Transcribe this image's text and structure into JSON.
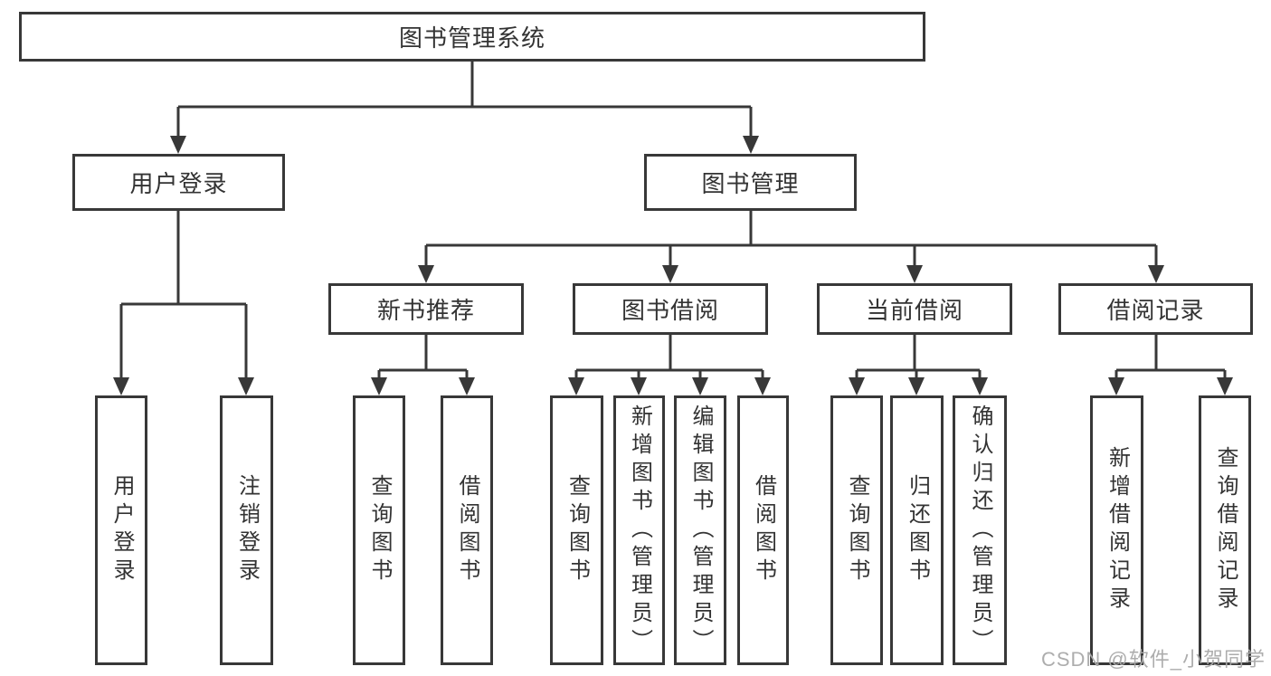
{
  "diagram": {
    "type": "hierarchy-diagram",
    "title": "图书管理系统",
    "colors": {
      "line": "#383838",
      "text": "#333333",
      "box_background": "#ffffff",
      "page_background": "#ffffff",
      "watermark": "#aaaaaa"
    },
    "nodes": {
      "root": "图书管理系统",
      "user_login": "用户登录",
      "book_mgmt": "图书管理",
      "new_book_rec": "新书推荐",
      "book_borrow": "图书借阅",
      "current_borrow": "当前借阅",
      "borrow_records": "借阅记录",
      "leaf_user_login": "用户登录",
      "leaf_logout": "注销登录",
      "leaf_query_books_rec": "查询图书",
      "leaf_borrow_books_rec": "借阅图书",
      "leaf_query_books_borrow": "查询图书",
      "leaf_add_books": "新增图书（管理员）",
      "leaf_edit_books": "编辑图书（管理员）",
      "leaf_borrow_books": "借阅图书",
      "leaf_query_books_current": "查询图书",
      "leaf_return_books": "归还图书",
      "leaf_confirm_return": "确认归还（管理员）",
      "leaf_add_borrow_record": "新增借阅记录",
      "leaf_query_borrow_record": "查询借阅记录"
    },
    "hierarchy": {
      "图书管理系统": {
        "用户登录": [
          "用户登录",
          "注销登录"
        ],
        "图书管理": {
          "新书推荐": [
            "查询图书",
            "借阅图书"
          ],
          "图书借阅": [
            "查询图书",
            "新增图书（管理员）",
            "编辑图书（管理员）",
            "借阅图书"
          ],
          "当前借阅": [
            "查询图书",
            "归还图书",
            "确认归还（管理员）"
          ],
          "借阅记录": [
            "新增借阅记录",
            "查询借阅记录"
          ]
        }
      }
    },
    "watermark": "CSDN @软件_小贺同学"
  }
}
